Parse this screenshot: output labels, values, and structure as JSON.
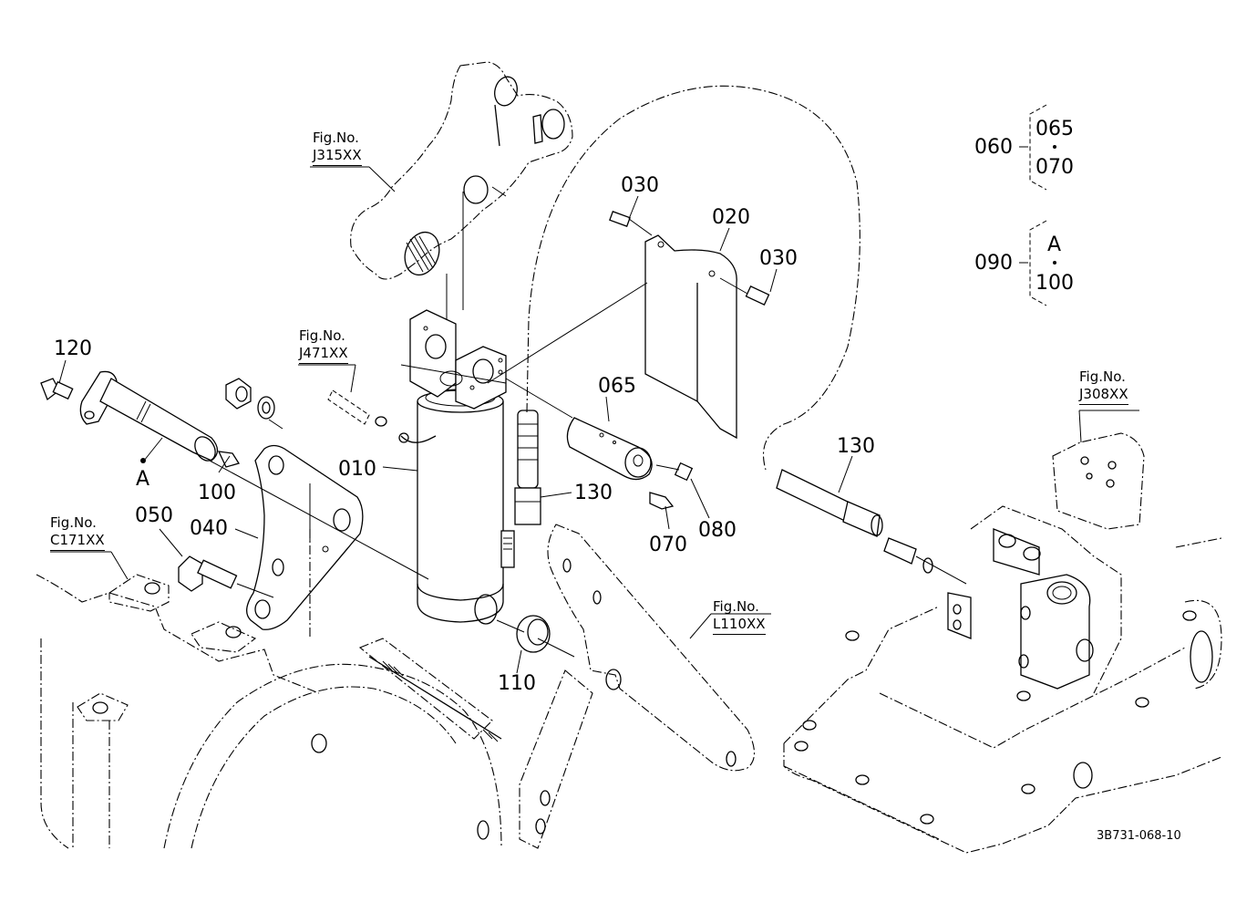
{
  "diagram": {
    "type": "exploded-parts-diagram",
    "drawing_code": "3B731-068-10",
    "fig_refs": [
      {
        "id": "j315",
        "caption": "Fig.No.",
        "number": "J315XX"
      },
      {
        "id": "j471",
        "caption": "Fig.No.",
        "number": "J471XX"
      },
      {
        "id": "j308",
        "caption": "Fig.No.",
        "number": "J308XX"
      },
      {
        "id": "c171",
        "caption": "Fig.No.",
        "number": "C171XX"
      },
      {
        "id": "l110",
        "caption": "Fig.No.",
        "number": "L110XX"
      }
    ],
    "part_labels": {
      "p010": "010",
      "p020": "020",
      "p030a": "030",
      "p030b": "030",
      "p040": "040",
      "p050": "050",
      "p065": "065",
      "p070": "070",
      "p080": "080",
      "p100": "100",
      "p110": "110",
      "p120": "120",
      "p130a": "130",
      "p130b": "130",
      "pA": "A"
    },
    "assemblies": [
      {
        "parent": "060",
        "children": [
          "065",
          "070"
        ],
        "separator": "•"
      },
      {
        "parent": "090",
        "children": [
          "A",
          "100"
        ],
        "separator": "•"
      }
    ]
  }
}
